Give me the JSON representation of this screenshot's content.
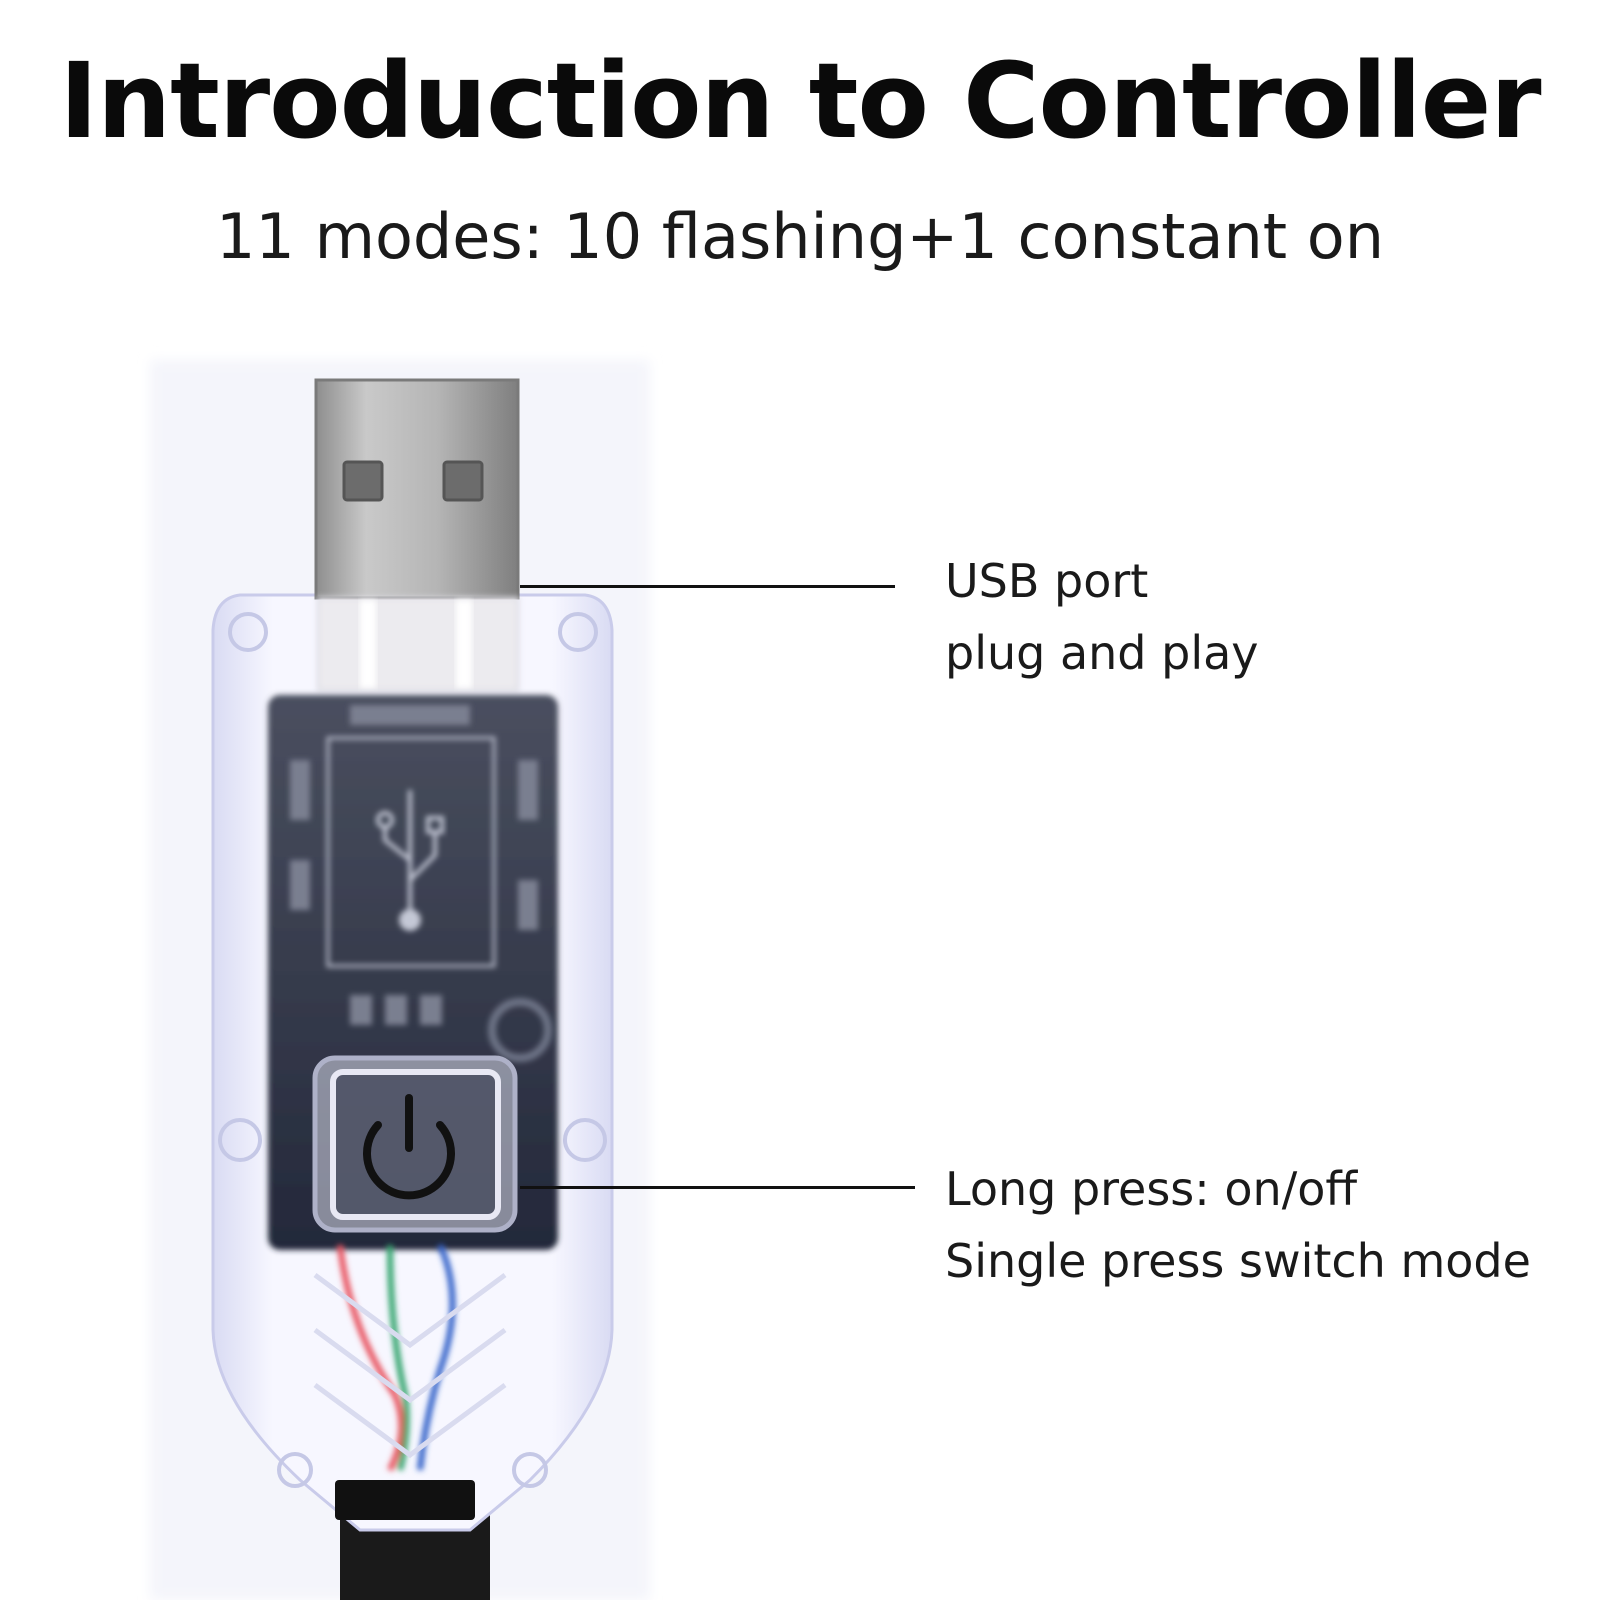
{
  "title": "Introduction to Controller",
  "subtitle": "11 modes: 10 flashing+1 constant on",
  "callouts": {
    "usb": {
      "line1": "USB port",
      "line2": "plug and play"
    },
    "button": {
      "line1": "Long press: on/off",
      "line2": "Single press switch mode"
    }
  },
  "device": {
    "icons": [
      "usb-symbol-icon",
      "power-icon"
    ],
    "wire_colors": [
      "#e8505b",
      "#2fa36b",
      "#2f5fc8"
    ]
  }
}
